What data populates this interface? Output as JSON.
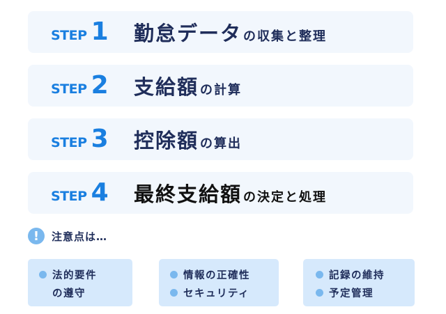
{
  "steps": [
    {
      "word": "STEP",
      "number": "1",
      "title_main": "勤怠データ",
      "title_sub": "の収集と整理"
    },
    {
      "word": "STEP",
      "number": "2",
      "title_main": "支給額",
      "title_sub": "の計算"
    },
    {
      "word": "STEP",
      "number": "3",
      "title_main": "控除額",
      "title_sub": "の算出"
    },
    {
      "word": "STEP",
      "number": "4",
      "title_main": "最終支給額",
      "title_sub": "の決定と処理"
    }
  ],
  "notice": {
    "icon": "exclamation-icon",
    "icon_glyph": "!",
    "text": "注意点は…"
  },
  "tips": [
    {
      "lines": [
        "法的要件",
        "の遵守"
      ]
    },
    {
      "lines": [
        "情報の正確性",
        "セキュリティ"
      ]
    },
    {
      "lines": [
        "記録の維持",
        "予定管理"
      ]
    }
  ],
  "colors": {
    "accent": "#1a7fe0",
    "navy": "#1f2d5a",
    "card_bg": "#f2f7fd",
    "tip_bg": "#d6e9fc",
    "bullet": "#7ab8ee"
  }
}
